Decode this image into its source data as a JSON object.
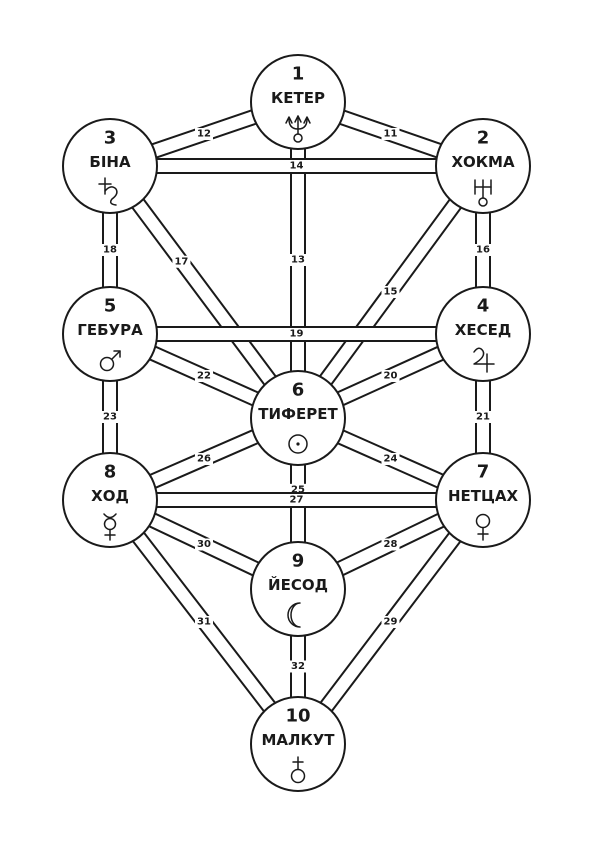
{
  "sephirot": [
    {
      "id": 1,
      "number": "1",
      "name": "КЕТЕР",
      "planet_icon": "neptune-icon"
    },
    {
      "id": 2,
      "number": "2",
      "name": "ХОКМА",
      "planet_icon": "uranus-icon"
    },
    {
      "id": 3,
      "number": "3",
      "name": "БІНА",
      "planet_icon": "saturn-icon"
    },
    {
      "id": 4,
      "number": "4",
      "name": "ХЕСЕД",
      "planet_icon": "jupiter-icon"
    },
    {
      "id": 5,
      "number": "5",
      "name": "ГЕБУРА",
      "planet_icon": "mars-icon"
    },
    {
      "id": 6,
      "number": "6",
      "name": "ТИФЕРЕТ",
      "planet_icon": "sun-icon"
    },
    {
      "id": 7,
      "number": "7",
      "name": "НЕТЦАХ",
      "planet_icon": "venus-icon"
    },
    {
      "id": 8,
      "number": "8",
      "name": "ХОД",
      "planet_icon": "mercury-icon"
    },
    {
      "id": 9,
      "number": "9",
      "name": "ЙЕСОД",
      "planet_icon": "moon-icon"
    },
    {
      "id": 10,
      "number": "10",
      "name": "МАЛКУТ",
      "planet_icon": "earth-icon"
    }
  ],
  "paths": [
    {
      "number": "11",
      "from": 1,
      "to": 2
    },
    {
      "number": "12",
      "from": 1,
      "to": 3
    },
    {
      "number": "13",
      "from": 1,
      "to": 6
    },
    {
      "number": "14",
      "from": 2,
      "to": 3
    },
    {
      "number": "15",
      "from": 2,
      "to": 6
    },
    {
      "number": "16",
      "from": 2,
      "to": 4
    },
    {
      "number": "17",
      "from": 3,
      "to": 6
    },
    {
      "number": "18",
      "from": 3,
      "to": 5
    },
    {
      "number": "19",
      "from": 4,
      "to": 5
    },
    {
      "number": "20",
      "from": 4,
      "to": 6
    },
    {
      "number": "21",
      "from": 4,
      "to": 7
    },
    {
      "number": "22",
      "from": 5,
      "to": 6
    },
    {
      "number": "23",
      "from": 5,
      "to": 8
    },
    {
      "number": "24",
      "from": 6,
      "to": 7
    },
    {
      "number": "25",
      "from": 6,
      "to": 9
    },
    {
      "number": "26",
      "from": 6,
      "to": 8
    },
    {
      "number": "27",
      "from": 7,
      "to": 8
    },
    {
      "number": "28",
      "from": 7,
      "to": 9
    },
    {
      "number": "29",
      "from": 7,
      "to": 10
    },
    {
      "number": "30",
      "from": 8,
      "to": 9
    },
    {
      "number": "31",
      "from": 8,
      "to": 10
    },
    {
      "number": "32",
      "from": 9,
      "to": 10
    }
  ],
  "colors": {
    "line": "#1a1a1a",
    "fill": "#ffffff"
  }
}
